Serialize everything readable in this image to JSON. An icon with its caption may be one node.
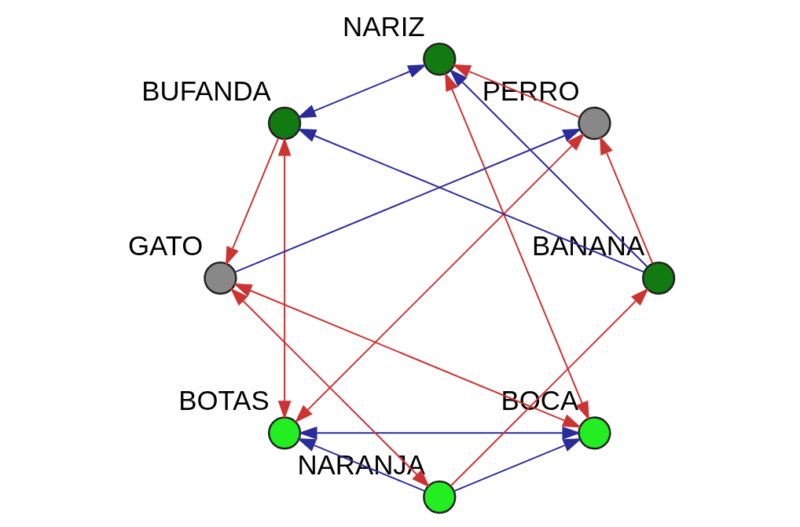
{
  "diagram": {
    "nodes": [
      {
        "text": [],
        "shape": "circle",
        "beside": [
          "BOCA"
        ]
      },
      {
        "text": [],
        "shape": "circle",
        "beside": [
          "BOTAS"
        ]
      },
      {
        "text": [],
        "shape": "circle",
        "beside": [
          "NARANJA"
        ]
      },
      {
        "text": [],
        "shape": "circle",
        "beside": [
          "NARIZ"
        ]
      },
      {
        "text": [],
        "shape": "circle",
        "beside": [
          "PERRO"
        ]
      },
      {
        "text": [],
        "shape": "circle",
        "beside": [
          "GATO"
        ]
      },
      {
        "text": [],
        "shape": "circle",
        "beside": [
          "BUFANDA"
        ]
      },
      {
        "text": [],
        "shape": "circle",
        "beside": [
          "BANANA"
        ]
      }
    ],
    "edges": [
      {
        "from": 0,
        "to": 1,
        "arrow": "both",
        "color": "#2b2b9a"
      },
      {
        "from": 2,
        "to": 0,
        "arrow": "to",
        "color": "#2b2b9a"
      },
      {
        "from": 2,
        "to": 1,
        "arrow": "to",
        "color": "#2b2b9a"
      },
      {
        "from": 0,
        "to": 5,
        "arrow": "both"
      },
      {
        "from": 3,
        "to": 0,
        "arrow": "both"
      },
      {
        "from": 1,
        "to": 4,
        "arrow": "both"
      },
      {
        "from": 1,
        "to": 6,
        "arrow": "both"
      },
      {
        "from": 2,
        "to": 5,
        "arrow": "both"
      },
      {
        "from": 2,
        "to": 7,
        "arrow": "to"
      },
      {
        "from": 4,
        "to": 3,
        "arrow": "to"
      },
      {
        "from": 7,
        "to": 3,
        "arrow": "to",
        "color": "#2b2b9a"
      },
      {
        "from": 3,
        "to": 6,
        "arrow": "both",
        "color": "#2b2b9a"
      },
      {
        "from": 5,
        "to": 4,
        "arrow": "to",
        "color": "#2b2b9a"
      },
      {
        "from": 6,
        "to": 5,
        "arrow": "to"
      },
      {
        "from": 7,
        "to": 4,
        "arrow": "to"
      },
      {
        "from": 7,
        "to": 6,
        "arrow": "to",
        "color": "#2b2b9a"
      }
    ]
  }
}
